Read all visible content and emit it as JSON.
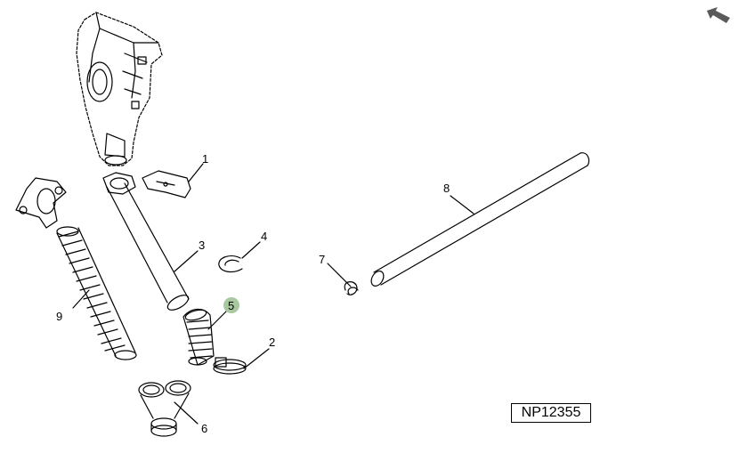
{
  "diagram": {
    "reference_code": "NP12355",
    "highlight_color": "#a8c8a0",
    "callouts": [
      {
        "id": "1",
        "label": "1"
      },
      {
        "id": "2",
        "label": "2"
      },
      {
        "id": "3",
        "label": "3"
      },
      {
        "id": "4",
        "label": "4"
      },
      {
        "id": "5",
        "label": "5",
        "highlighted": true
      },
      {
        "id": "6",
        "label": "6"
      },
      {
        "id": "7",
        "label": "7"
      },
      {
        "id": "8",
        "label": "8"
      },
      {
        "id": "9",
        "label": "9"
      }
    ]
  },
  "nav": {
    "back_icon": "back-arrow-icon"
  }
}
